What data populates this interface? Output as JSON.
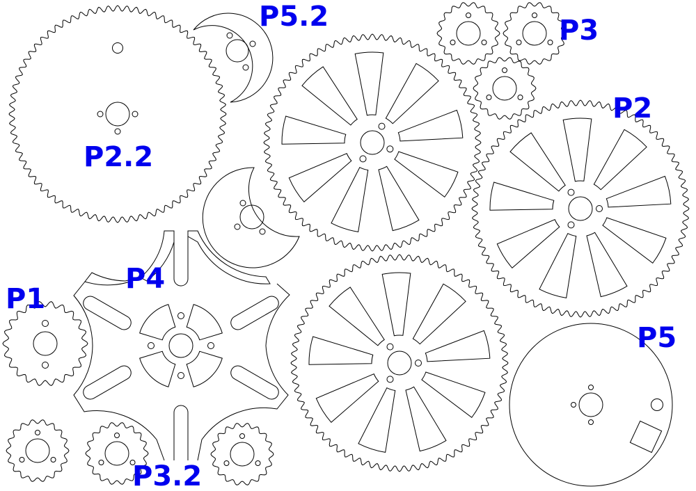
{
  "colors": {
    "label": "#0000ee",
    "stroke": "#000000",
    "background": "#ffffff"
  },
  "labels": {
    "p5_2": "P5.2",
    "p3": "P3",
    "p2": "P2",
    "p2_2": "P2.2",
    "p4": "P4",
    "p1": "P1",
    "p5": "P5",
    "p3_2": "P3.2"
  }
}
